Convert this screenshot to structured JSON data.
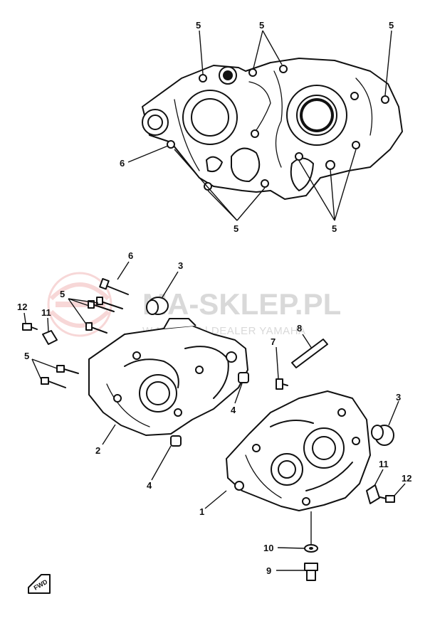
{
  "watermark": {
    "main": "MA-SKLEP.PL",
    "sub": "W                  NOWICZ | DEALER YAMAHA"
  },
  "direction_label": "FWD",
  "callouts": {
    "top_5a": "5",
    "top_5b": "5",
    "top_5c": "5",
    "top_6": "6",
    "top_5d": "5",
    "top_5e": "5",
    "c6": "6",
    "c3a": "3",
    "c5a": "5",
    "c12a": "12",
    "c11a": "11",
    "c5b": "5",
    "c8": "8",
    "c7": "7",
    "c4a": "4",
    "c2": "2",
    "c4b": "4",
    "c3b": "3",
    "c11b": "11",
    "c12b": "12",
    "c1": "1",
    "c10": "10",
    "c9": "9"
  }
}
